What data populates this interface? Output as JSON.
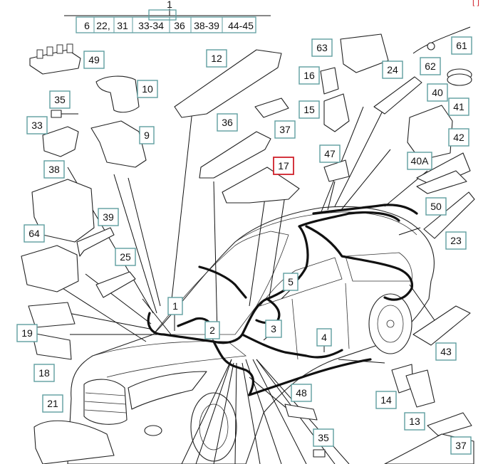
{
  "diagram": {
    "parts": [
      {
        "id": "p1",
        "label": "1"
      },
      {
        "id": "p2",
        "label": "2"
      },
      {
        "id": "p3",
        "label": "3"
      },
      {
        "id": "p4",
        "label": "4"
      },
      {
        "id": "p5",
        "label": "5"
      },
      {
        "id": "p9",
        "label": "9"
      },
      {
        "id": "p10",
        "label": "10"
      },
      {
        "id": "p12",
        "label": "12"
      },
      {
        "id": "p13",
        "label": "13"
      },
      {
        "id": "p14",
        "label": "14"
      },
      {
        "id": "p15",
        "label": "15"
      },
      {
        "id": "p16",
        "label": "16"
      },
      {
        "id": "p17",
        "label": "17",
        "selected": true
      },
      {
        "id": "p18",
        "label": "18"
      },
      {
        "id": "p19",
        "label": "19"
      },
      {
        "id": "p21",
        "label": "21"
      },
      {
        "id": "p23",
        "label": "23"
      },
      {
        "id": "p24",
        "label": "24"
      },
      {
        "id": "p25",
        "label": "25"
      },
      {
        "id": "p33",
        "label": "33"
      },
      {
        "id": "p35a",
        "label": "35"
      },
      {
        "id": "p35b",
        "label": "35"
      },
      {
        "id": "p36",
        "label": "36"
      },
      {
        "id": "p37a",
        "label": "37"
      },
      {
        "id": "p37b",
        "label": "37"
      },
      {
        "id": "p38",
        "label": "38"
      },
      {
        "id": "p39",
        "label": "39"
      },
      {
        "id": "p40",
        "label": "40"
      },
      {
        "id": "p40a",
        "label": "40A"
      },
      {
        "id": "p41",
        "label": "41"
      },
      {
        "id": "p42",
        "label": "42"
      },
      {
        "id": "p43",
        "label": "43"
      },
      {
        "id": "p47",
        "label": "47"
      },
      {
        "id": "p48",
        "label": "48"
      },
      {
        "id": "p49",
        "label": "49"
      },
      {
        "id": "p50",
        "label": "50"
      },
      {
        "id": "p61",
        "label": "61"
      },
      {
        "id": "p62",
        "label": "62"
      },
      {
        "id": "p63",
        "label": "63"
      },
      {
        "id": "p64",
        "label": "64"
      }
    ],
    "top_ranges": {
      "header": "1",
      "items": [
        "6",
        "22,",
        "31",
        "33-34",
        "36",
        "38-39",
        "44-45"
      ]
    },
    "corner_mark": "[ ]"
  },
  "colors": {
    "callout_border": "#5f9ea0",
    "selected_border": "#d0202a",
    "line": "#111111"
  }
}
